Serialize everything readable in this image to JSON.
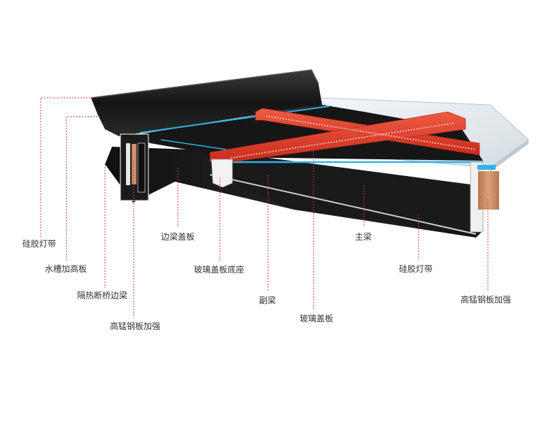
{
  "colors": {
    "beam_red": "#e53a28",
    "profile_black": "#1c1c1c",
    "led_blue": "#2fb4e8",
    "copper": "#c98a5e",
    "callout_line": "#d23a3a",
    "label_text": "#333333",
    "glass": "#dfe6ea"
  },
  "callouts": {
    "silicone_led_left": "硅胶灯带",
    "gutter_riser": "水槽加高板",
    "thermal_break_edge_beam": "隔热断桥边梁",
    "high_mn_steel_left": "高锰钢板加强",
    "edge_beam_cover": "边梁盖板",
    "glass_cover_base": "玻璃盖板底座",
    "secondary_beam": "副梁",
    "glass_cover": "玻璃盖板",
    "main_beam": "主梁",
    "silicone_led_right": "硅胶灯带",
    "high_mn_steel_right": "高锰钢板加强"
  }
}
